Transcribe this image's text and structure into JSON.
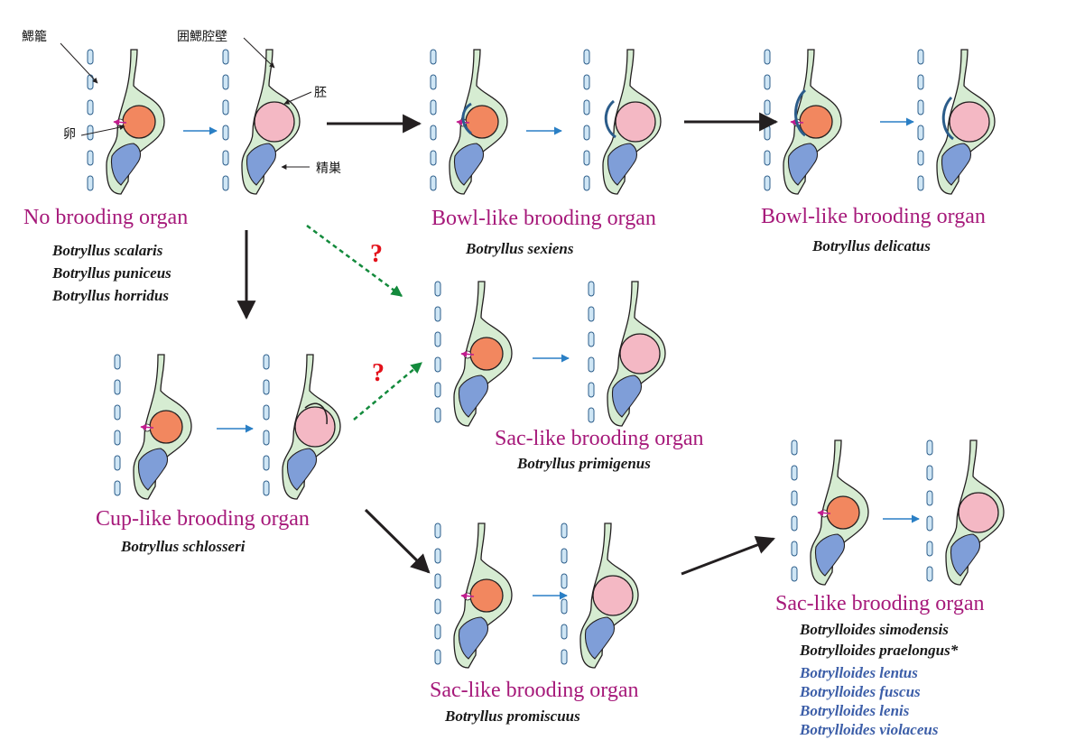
{
  "labels": {
    "gill_basket": "鰓籠",
    "peribranchial_wall": "囲鰓腔壁",
    "egg": "卵",
    "embryo": "胚",
    "testis": "精巣"
  },
  "question_mark": "?",
  "groups": {
    "no_brooding": {
      "title": "No brooding organ",
      "species": [
        "Botryllus scalaris",
        "Botryllus puniceus",
        "Botryllus horridus"
      ]
    },
    "bowl_sexiens": {
      "title": "Bowl-like brooding organ",
      "species": [
        "Botryllus sexiens"
      ]
    },
    "bowl_delicatus": {
      "title": "Bowl-like brooding organ",
      "species": [
        "Botryllus delicatus"
      ]
    },
    "sac_primigenus": {
      "title": "Sac-like brooding organ",
      "species": [
        "Botryllus primigenus"
      ]
    },
    "cup_schlosseri": {
      "title": "Cup-like brooding organ",
      "species": [
        "Botryllus schlosseri"
      ]
    },
    "sac_promiscuus": {
      "title": "Sac-like brooding organ",
      "species": [
        "Botryllus promiscuus"
      ]
    },
    "sac_botrylloides": {
      "title": "Sac-like brooding organ",
      "species": [
        "Botrylloides simodensis",
        "Botrylloides praelongus*"
      ],
      "species_blue": [
        "Botrylloides lentus",
        "Botrylloides fuscus",
        "Botrylloides lenis",
        "Botrylloides violaceus"
      ]
    }
  },
  "colors": {
    "heading": "#a6197a",
    "species": "#1a1a1a",
    "species_blue": "#3c5ea8",
    "question": "#e3111a",
    "dashed_arrow": "#138a3c",
    "tissue": "#d6ecd2",
    "gill": "#cfe6f5",
    "egg": "#f2875f",
    "embryo": "#f4b8c4",
    "testis": "#7f9ed8",
    "small_arrow": "#2a7fc5"
  },
  "icons": {
    "gill_slit": "rounded-capsule",
    "sperm": "magenta-arrow"
  }
}
